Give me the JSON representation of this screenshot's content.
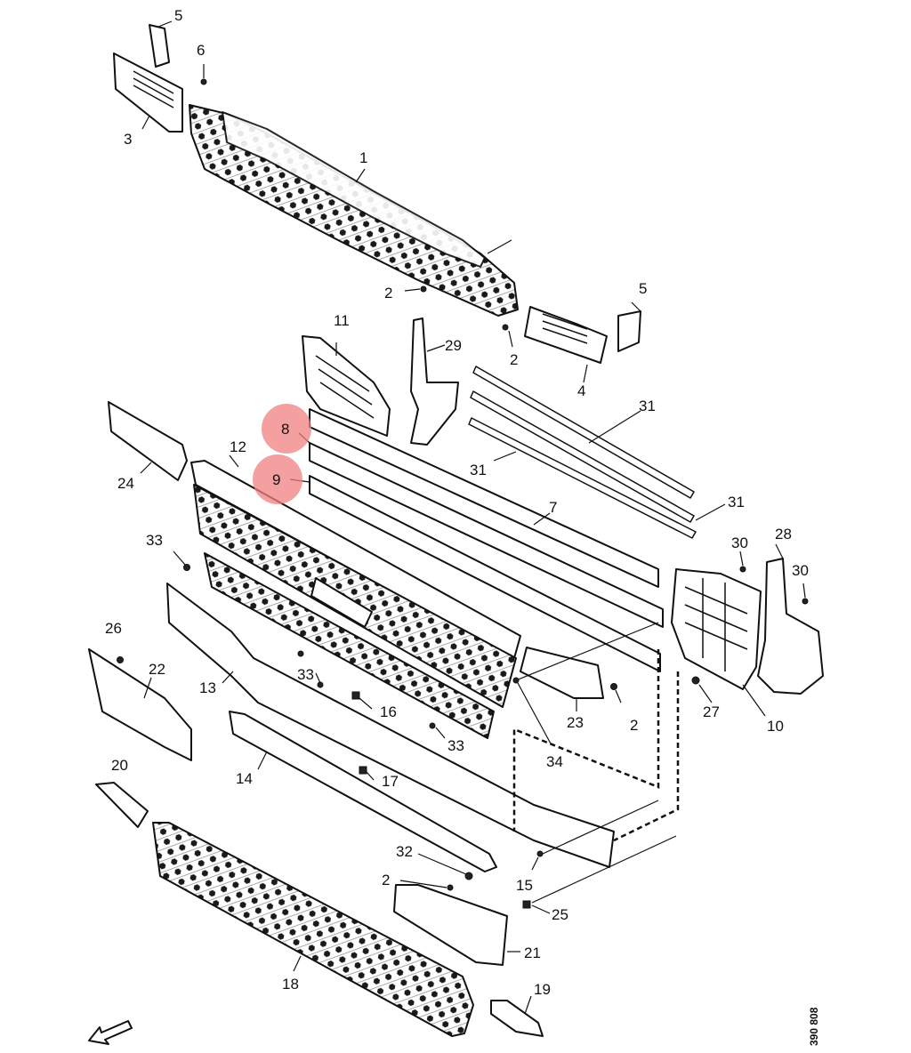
{
  "diagram": {
    "reference_code": "390 808",
    "highlight_color": "#f08080",
    "highlighted_labels": [
      "8",
      "9"
    ],
    "callouts": [
      {
        "id": "c5a",
        "text": "5"
      },
      {
        "id": "c6",
        "text": "6"
      },
      {
        "id": "c3",
        "text": "3"
      },
      {
        "id": "c1",
        "text": "1"
      },
      {
        "id": "c2a",
        "text": "2"
      },
      {
        "id": "c5b",
        "text": "5"
      },
      {
        "id": "c2b",
        "text": "2"
      },
      {
        "id": "c4",
        "text": "4"
      },
      {
        "id": "c11",
        "text": "11"
      },
      {
        "id": "c29",
        "text": "29"
      },
      {
        "id": "c31a",
        "text": "31"
      },
      {
        "id": "c31b",
        "text": "31"
      },
      {
        "id": "c31c",
        "text": "31"
      },
      {
        "id": "c8",
        "text": "8"
      },
      {
        "id": "c9",
        "text": "9"
      },
      {
        "id": "c12",
        "text": "12"
      },
      {
        "id": "c24",
        "text": "24"
      },
      {
        "id": "c7",
        "text": "7"
      },
      {
        "id": "c33a",
        "text": "33"
      },
      {
        "id": "c30a",
        "text": "30"
      },
      {
        "id": "c28",
        "text": "28"
      },
      {
        "id": "c30b",
        "text": "30"
      },
      {
        "id": "c26",
        "text": "26"
      },
      {
        "id": "c22",
        "text": "22"
      },
      {
        "id": "c13",
        "text": "13"
      },
      {
        "id": "c33b",
        "text": "33"
      },
      {
        "id": "c16",
        "text": "16"
      },
      {
        "id": "c33c",
        "text": "33"
      },
      {
        "id": "c23",
        "text": "23"
      },
      {
        "id": "c2c",
        "text": "2"
      },
      {
        "id": "c34",
        "text": "34"
      },
      {
        "id": "c27",
        "text": "27"
      },
      {
        "id": "c10",
        "text": "10"
      },
      {
        "id": "c20",
        "text": "20"
      },
      {
        "id": "c14",
        "text": "14"
      },
      {
        "id": "c17",
        "text": "17"
      },
      {
        "id": "c32",
        "text": "32"
      },
      {
        "id": "c2d",
        "text": "2"
      },
      {
        "id": "c15",
        "text": "15"
      },
      {
        "id": "c25",
        "text": "25"
      },
      {
        "id": "c21",
        "text": "21"
      },
      {
        "id": "c18",
        "text": "18"
      },
      {
        "id": "c19",
        "text": "19"
      }
    ]
  }
}
